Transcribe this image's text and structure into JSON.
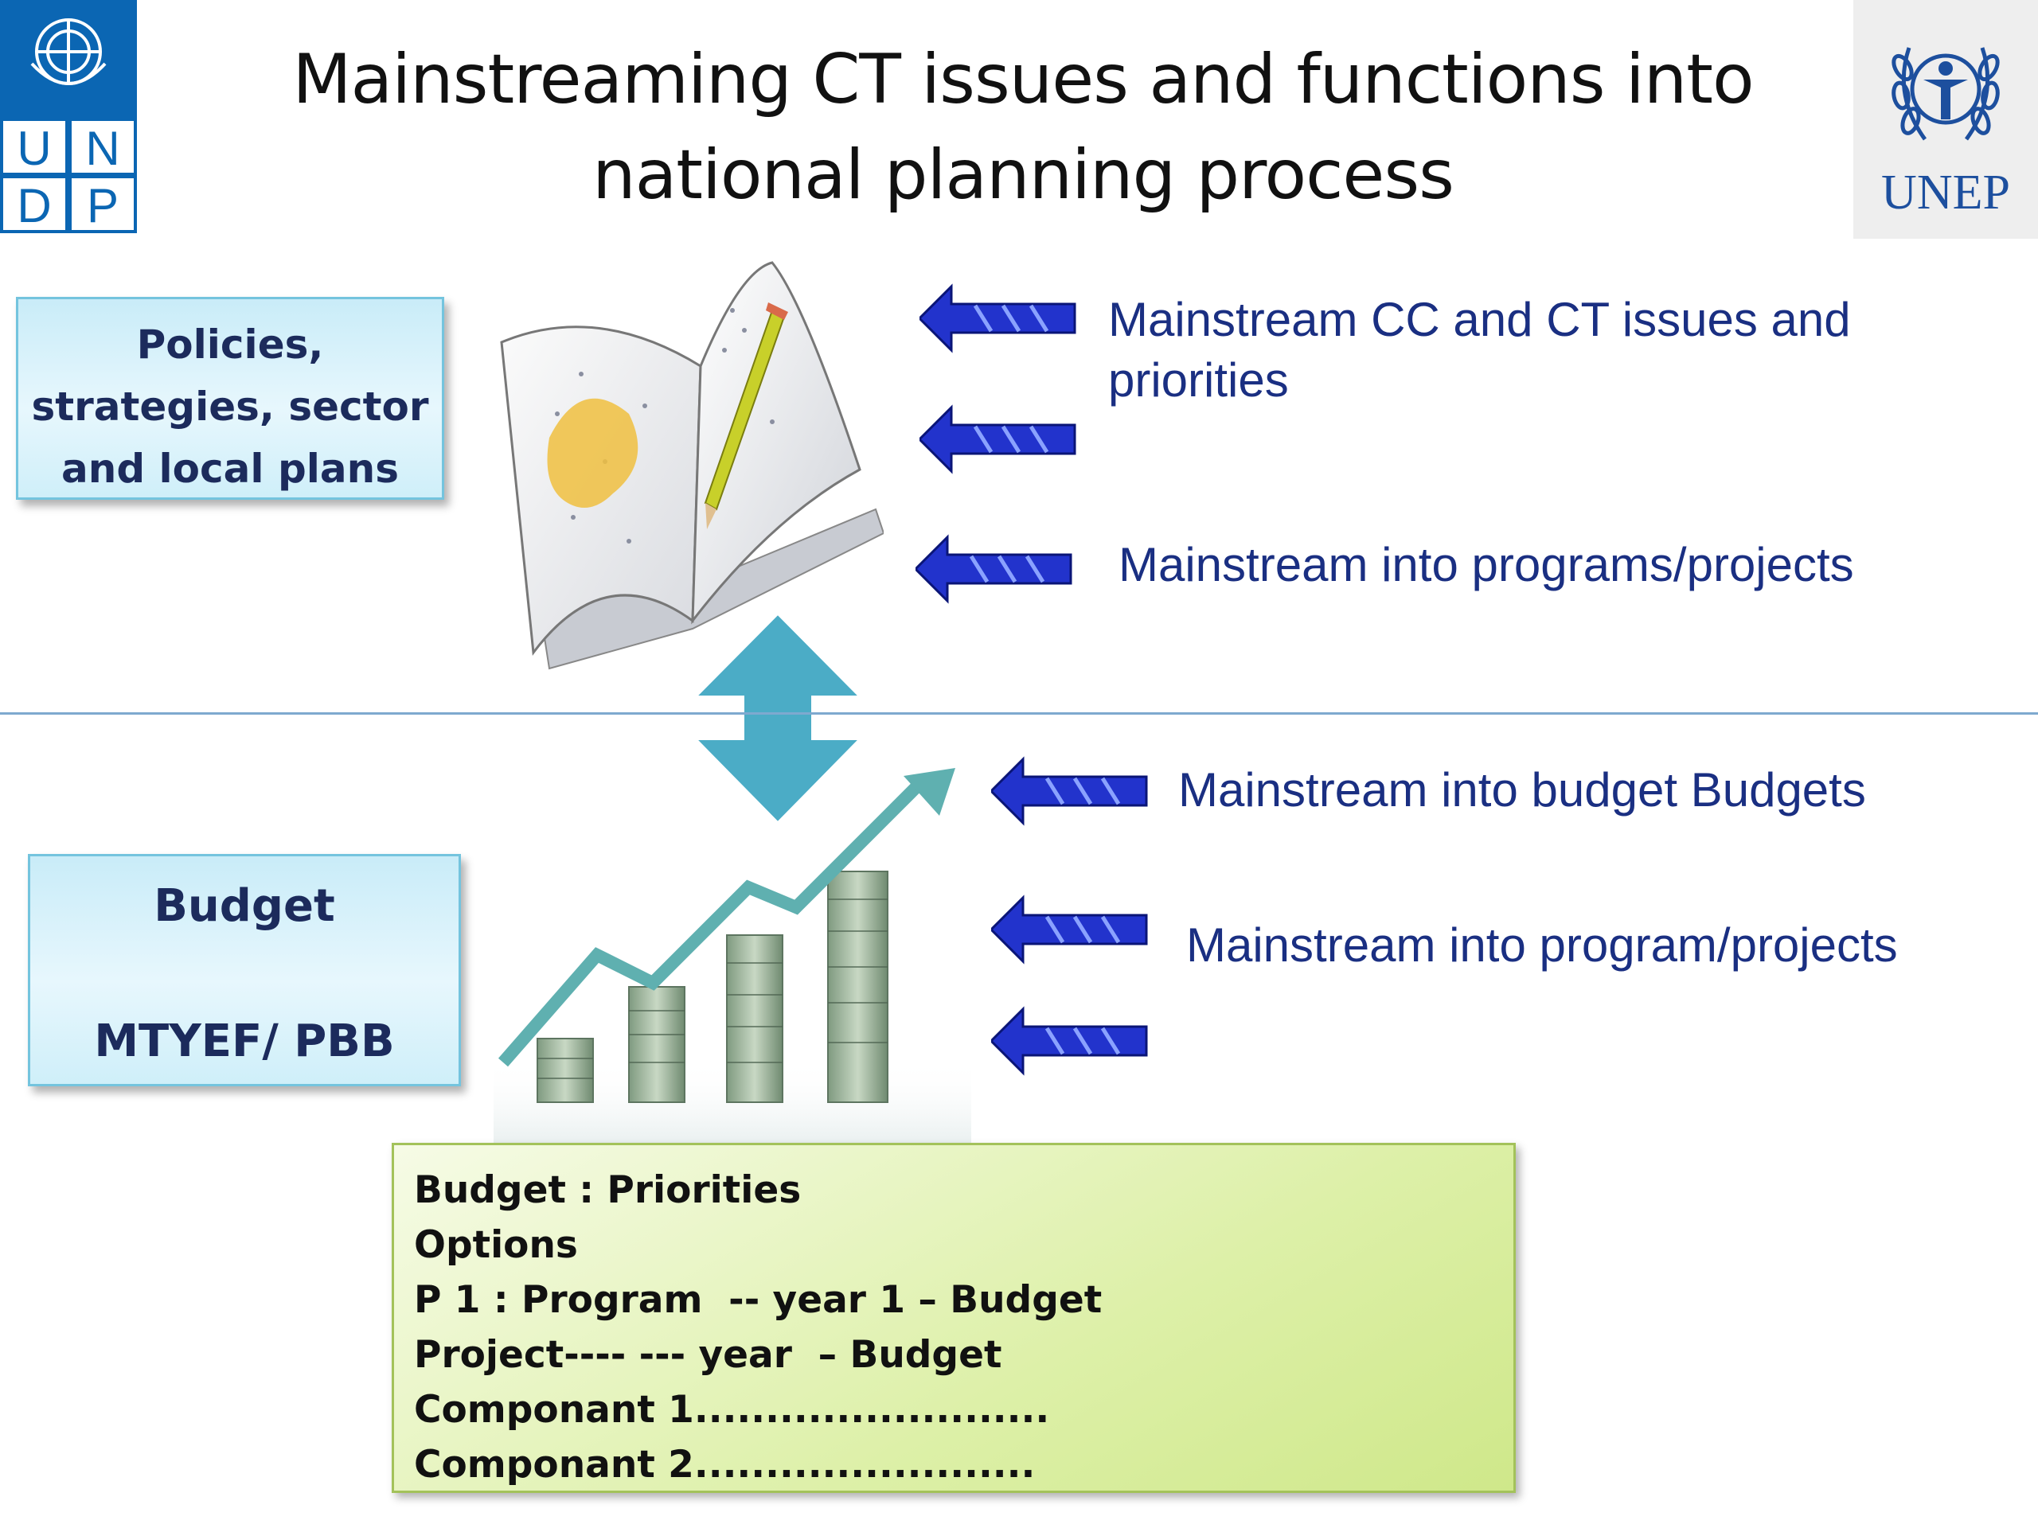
{
  "title": {
    "line1": "Mainstreaming CT issues and functions  into",
    "line2": "national planning process"
  },
  "logos": {
    "undp": {
      "letters": [
        "U",
        "N",
        "D",
        "P"
      ],
      "color": "#0b66b3"
    },
    "unep": {
      "text": "UNEP",
      "color": "#1d4f9e"
    }
  },
  "boxes": {
    "policies": {
      "lines": [
        "Policies,",
        "strategies, sector",
        "and local plans"
      ]
    },
    "budget": {
      "line1": "Budget",
      "line2": "MTYEF/ PBB"
    }
  },
  "annotations": {
    "upper": [
      {
        "text_line1": "Mainstream CC and CT issues and",
        "text_line2": "priorities"
      },
      {
        "text_line1": "",
        "text_line2": ""
      },
      {
        "text_line1": "Mainstream into programs/projects",
        "text_line2": ""
      }
    ],
    "lower": [
      {
        "text_line1": "Mainstream into  budget Budgets",
        "text_line2": ""
      },
      {
        "text_line1": "Mainstream into program/projects",
        "text_line2": ""
      },
      {
        "text_line1": "",
        "text_line2": ""
      }
    ]
  },
  "priorities_box": {
    "lines": [
      "Budget : Priorities",
      "Options",
      "P 1 : Program  -- year 1 – Budget",
      "Project---- --- year  – Budget",
      "Componant 1.........................",
      "Componant 2........................"
    ]
  },
  "colors": {
    "accent_text": "#1a2f82",
    "box_blue": "#c9ecf8",
    "box_green": "#ddf0a8",
    "double_arrow": "#4bacc6",
    "growth_arrow": "#5fb0b0"
  }
}
